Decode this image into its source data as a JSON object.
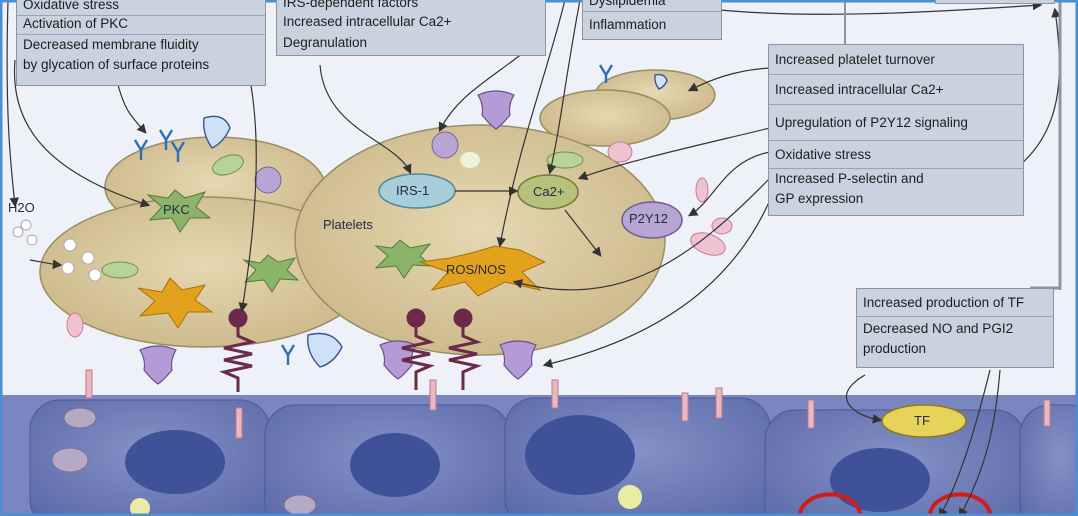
{
  "box_top_left": {
    "rows": [
      "Oxidative stress",
      "Activation of PKC",
      "Decreased membrane fluidity",
      "by glycation of surface proteins"
    ]
  },
  "box_top_mid": {
    "rows": [
      "IRS-dependent factors",
      "Increased intracellular Ca2+",
      "Degranulation"
    ]
  },
  "box_top_small": {
    "rows": [
      "Dyslipidemia",
      "Inflammation"
    ]
  },
  "box_right": {
    "rows": [
      "Increased platelet turnover",
      "Increased intracellular Ca2+",
      "Upregulation of P2Y12 signaling",
      "Oxidative stress",
      "Increased P-selectin and",
      "GP expression"
    ]
  },
  "box_bottom_right": {
    "rows": [
      "Increased production of TF",
      "Decreased NO and PGI2",
      "production"
    ]
  },
  "labels": {
    "h2o": "H2O",
    "pkc": "PKC",
    "platelets": "Platelets",
    "irs1": "IRS-1",
    "ca": "Ca2+",
    "p2y": "P2Y12",
    "ros": "ROS/NOS",
    "tf": "TF"
  },
  "colors": {
    "platelet_fill": "#d8c79c",
    "platelet_stroke": "#9a8c65",
    "endothelium": "#6d7bb8",
    "nucleus": "#3f5199",
    "box_fill": "#c9d2de",
    "star_orange": "#e2a21e",
    "star_green": "#7ea35a",
    "receptor_purple": "#8a6aa8",
    "ca_fill": "#b7c17c",
    "irs_fill": "#a6cdd8",
    "tf_fill": "#e8d35a",
    "frame_blue": "#4a8fd0"
  }
}
